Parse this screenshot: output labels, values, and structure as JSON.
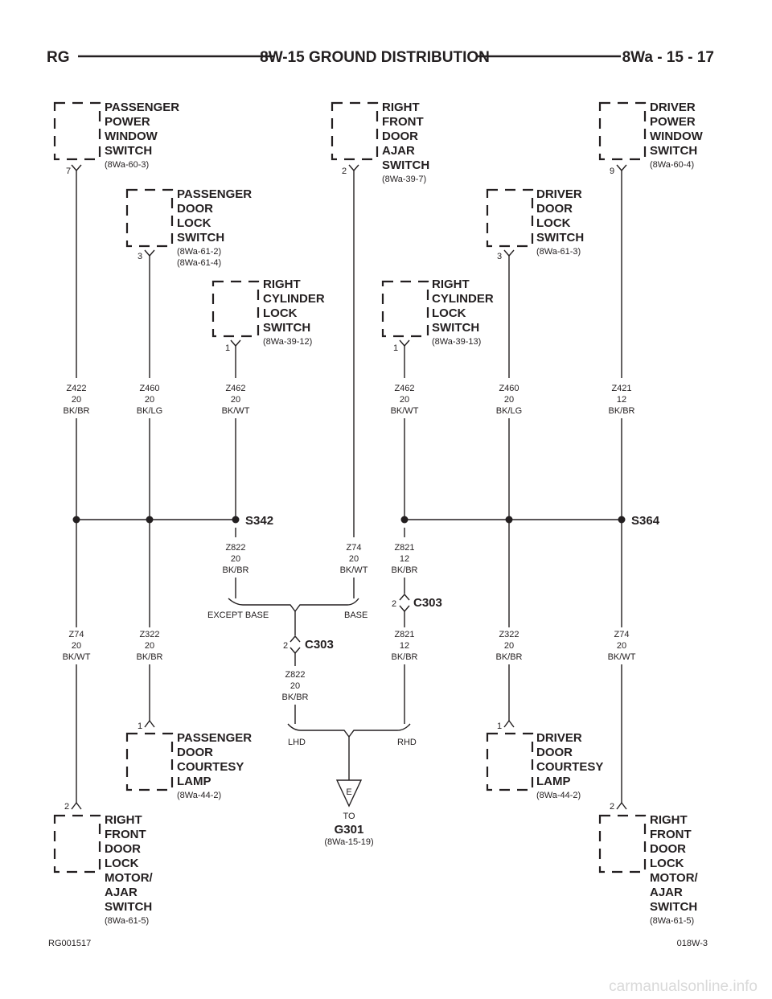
{
  "header": {
    "left": "RG",
    "title": "8W-15 GROUND DISTRIBUTION",
    "right": "8Wa - 15 - 17"
  },
  "components": [
    {
      "id": "pass-power-window",
      "lines": [
        "PASSENGER",
        "POWER",
        "WINDOW",
        "SWITCH"
      ],
      "refs": [
        "(8Wa-60-3)"
      ],
      "pin": "7"
    },
    {
      "id": "rf-door-ajar",
      "lines": [
        "RIGHT",
        "FRONT",
        "DOOR",
        "AJAR",
        "SWITCH"
      ],
      "refs": [
        "(8Wa-39-7)"
      ],
      "pin": "2"
    },
    {
      "id": "drv-power-window",
      "lines": [
        "DRIVER",
        "POWER",
        "WINDOW",
        "SWITCH"
      ],
      "refs": [
        "(8Wa-60-4)"
      ],
      "pin": "9"
    },
    {
      "id": "pass-door-lock",
      "lines": [
        "PASSENGER",
        "DOOR",
        "LOCK",
        "SWITCH"
      ],
      "refs": [
        "(8Wa-61-2)",
        "(8Wa-61-4)"
      ],
      "pin": "3"
    },
    {
      "id": "drv-door-lock",
      "lines": [
        "DRIVER",
        "DOOR",
        "LOCK",
        "SWITCH"
      ],
      "refs": [
        "(8Wa-61-3)"
      ],
      "pin": "3"
    },
    {
      "id": "right-cyl-lock-left",
      "lines": [
        "RIGHT",
        "CYLINDER",
        "LOCK",
        "SWITCH"
      ],
      "refs": [
        "(8Wa-39-12)"
      ],
      "pin": "1"
    },
    {
      "id": "right-cyl-lock-right",
      "lines": [
        "RIGHT",
        "CYLINDER",
        "LOCK",
        "SWITCH"
      ],
      "refs": [
        "(8Wa-39-13)"
      ],
      "pin": "1"
    },
    {
      "id": "pass-door-courtesy",
      "lines": [
        "PASSENGER",
        "DOOR",
        "COURTESY",
        "LAMP"
      ],
      "refs": [
        "(8Wa-44-2)"
      ],
      "pin": "1"
    },
    {
      "id": "drv-door-courtesy",
      "lines": [
        "DRIVER",
        "DOOR",
        "COURTESY",
        "LAMP"
      ],
      "refs": [
        "(8Wa-44-2)"
      ],
      "pin": "1"
    },
    {
      "id": "rf-lock-motor-left",
      "lines": [
        "RIGHT",
        "FRONT",
        "DOOR",
        "LOCK",
        "MOTOR/",
        "AJAR",
        "SWITCH"
      ],
      "refs": [
        "(8Wa-61-5)"
      ],
      "pin": "2"
    },
    {
      "id": "rf-lock-motor-right",
      "lines": [
        "RIGHT",
        "FRONT",
        "DOOR",
        "LOCK",
        "MOTOR/",
        "AJAR",
        "SWITCH"
      ],
      "refs": [
        "(8Wa-61-5)"
      ],
      "pin": "2"
    }
  ],
  "wires": [
    {
      "id": "w1",
      "lines": [
        "Z422",
        "20",
        "BK/BR"
      ]
    },
    {
      "id": "w2",
      "lines": [
        "Z460",
        "20",
        "BK/LG"
      ]
    },
    {
      "id": "w3",
      "lines": [
        "Z462",
        "20",
        "BK/WT"
      ]
    },
    {
      "id": "w4",
      "lines": [
        "Z462",
        "20",
        "BK/WT"
      ]
    },
    {
      "id": "w5",
      "lines": [
        "Z460",
        "20",
        "BK/LG"
      ]
    },
    {
      "id": "w6",
      "lines": [
        "Z421",
        "12",
        "BK/BR"
      ]
    },
    {
      "id": "w7",
      "lines": [
        "Z822",
        "20",
        "BK/BR"
      ]
    },
    {
      "id": "w8",
      "lines": [
        "Z74",
        "20",
        "BK/WT"
      ]
    },
    {
      "id": "w9",
      "lines": [
        "Z821",
        "12",
        "BK/BR"
      ]
    },
    {
      "id": "w10",
      "lines": [
        "Z74",
        "20",
        "BK/WT"
      ]
    },
    {
      "id": "w11",
      "lines": [
        "Z322",
        "20",
        "BK/BR"
      ]
    },
    {
      "id": "w12",
      "lines": [
        "Z821",
        "12",
        "BK/BR"
      ]
    },
    {
      "id": "w13",
      "lines": [
        "Z322",
        "20",
        "BK/BR"
      ]
    },
    {
      "id": "w14",
      "lines": [
        "Z74",
        "20",
        "BK/WT"
      ]
    },
    {
      "id": "w15",
      "lines": [
        "Z822",
        "20",
        "BK/BR"
      ]
    }
  ],
  "splices": [
    "S342",
    "S364"
  ],
  "connectors": [
    {
      "name": "C303",
      "pin": "2"
    },
    {
      "name": "C303",
      "pin": "2"
    }
  ],
  "options": {
    "except_base": "EXCEPT BASE",
    "base": "BASE",
    "lhd": "LHD",
    "rhd": "RHD"
  },
  "ground": {
    "letter": "E",
    "to": "TO",
    "name": "G301",
    "ref": "(8Wa-15-19)"
  },
  "footer": {
    "left": "RG001517",
    "right": "018W-3"
  },
  "watermark": "carmanualsonline.info"
}
